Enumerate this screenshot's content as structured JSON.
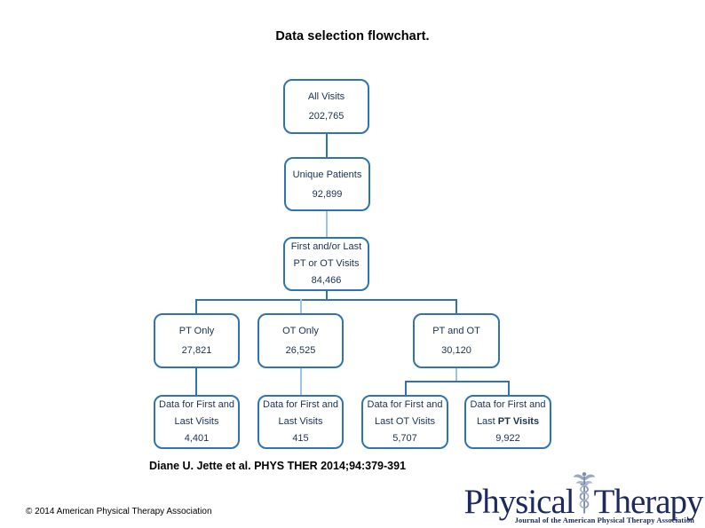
{
  "slide": {
    "title": "Data selection flowchart.",
    "citation": "Diane U. Jette et al. PHYS THER 2014;94:379-391",
    "copyright": "© 2014 American Physical Therapy Association"
  },
  "flowchart": {
    "colors": {
      "box_border": "#2e74b5",
      "line_dark": "#2e74b5",
      "line_light": "#9dc3e6",
      "box_text": "#1b3150"
    },
    "boxes": [
      {
        "id": "all-visits",
        "label": "All Visits",
        "value": "202,765",
        "lines": [
          "All Visits",
          "202,765"
        ]
      },
      {
        "id": "unique-patients",
        "label": "Unique Patients",
        "value": "92,899",
        "lines": [
          "Unique Patients",
          "92,899"
        ]
      },
      {
        "id": "first-last-pt-ot",
        "label": "First and/or Last PT or OT Visits",
        "value": "84,466",
        "lines": [
          "First and/or Last",
          "PT or OT Visits",
          "84,466"
        ]
      },
      {
        "id": "pt-only",
        "label": "PT Only",
        "value": "27,821",
        "lines": [
          "PT Only",
          "27,821"
        ]
      },
      {
        "id": "ot-only",
        "label": "OT Only",
        "value": "26,525",
        "lines": [
          "OT Only",
          "26,525"
        ]
      },
      {
        "id": "pt-and-ot",
        "label": "PT and OT",
        "value": "30,120",
        "lines": [
          "PT and OT",
          "30,120"
        ]
      },
      {
        "id": "data-first-last-visits-pt",
        "label": "Data for First and Last Visits",
        "value": "4,401",
        "lines": [
          "Data for First and",
          "Last Visits",
          "4,401"
        ]
      },
      {
        "id": "data-first-last-visits-ot",
        "label": "Data for First and Last Visits",
        "value": "415",
        "lines": [
          "Data for First and",
          "Last Visits",
          "415"
        ]
      },
      {
        "id": "data-first-last-ot-visits",
        "label": "Data for First and Last OT Visits",
        "value": "5,707",
        "lines": [
          "Data for First and",
          "Last OT Visits",
          "5,707"
        ]
      },
      {
        "id": "data-first-last-pt-visits",
        "label": "Data for First and Last PT Visits",
        "value": "9,922",
        "lines": [
          "Data for First and",
          "Last ",
          "9,922"
        ],
        "line2_bold": "PT Visits"
      }
    ],
    "edges": [
      {
        "from": "all-visits",
        "to": "unique-patients"
      },
      {
        "from": "unique-patients",
        "to": "first-last-pt-ot"
      },
      {
        "from": "first-last-pt-ot",
        "to": "pt-only"
      },
      {
        "from": "first-last-pt-ot",
        "to": "ot-only"
      },
      {
        "from": "first-last-pt-ot",
        "to": "pt-and-ot"
      },
      {
        "from": "pt-only",
        "to": "data-first-last-visits-pt"
      },
      {
        "from": "ot-only",
        "to": "data-first-last-visits-ot"
      },
      {
        "from": "pt-and-ot",
        "to": "data-first-last-ot-visits"
      },
      {
        "from": "pt-and-ot",
        "to": "data-first-last-pt-visits"
      }
    ]
  },
  "logo": {
    "word1": "Physical",
    "word2": "Therapy",
    "subtitle": "Journal of the American Physical Therapy Association",
    "color": "#1e2a5e",
    "icon": "caduceus-icon"
  }
}
